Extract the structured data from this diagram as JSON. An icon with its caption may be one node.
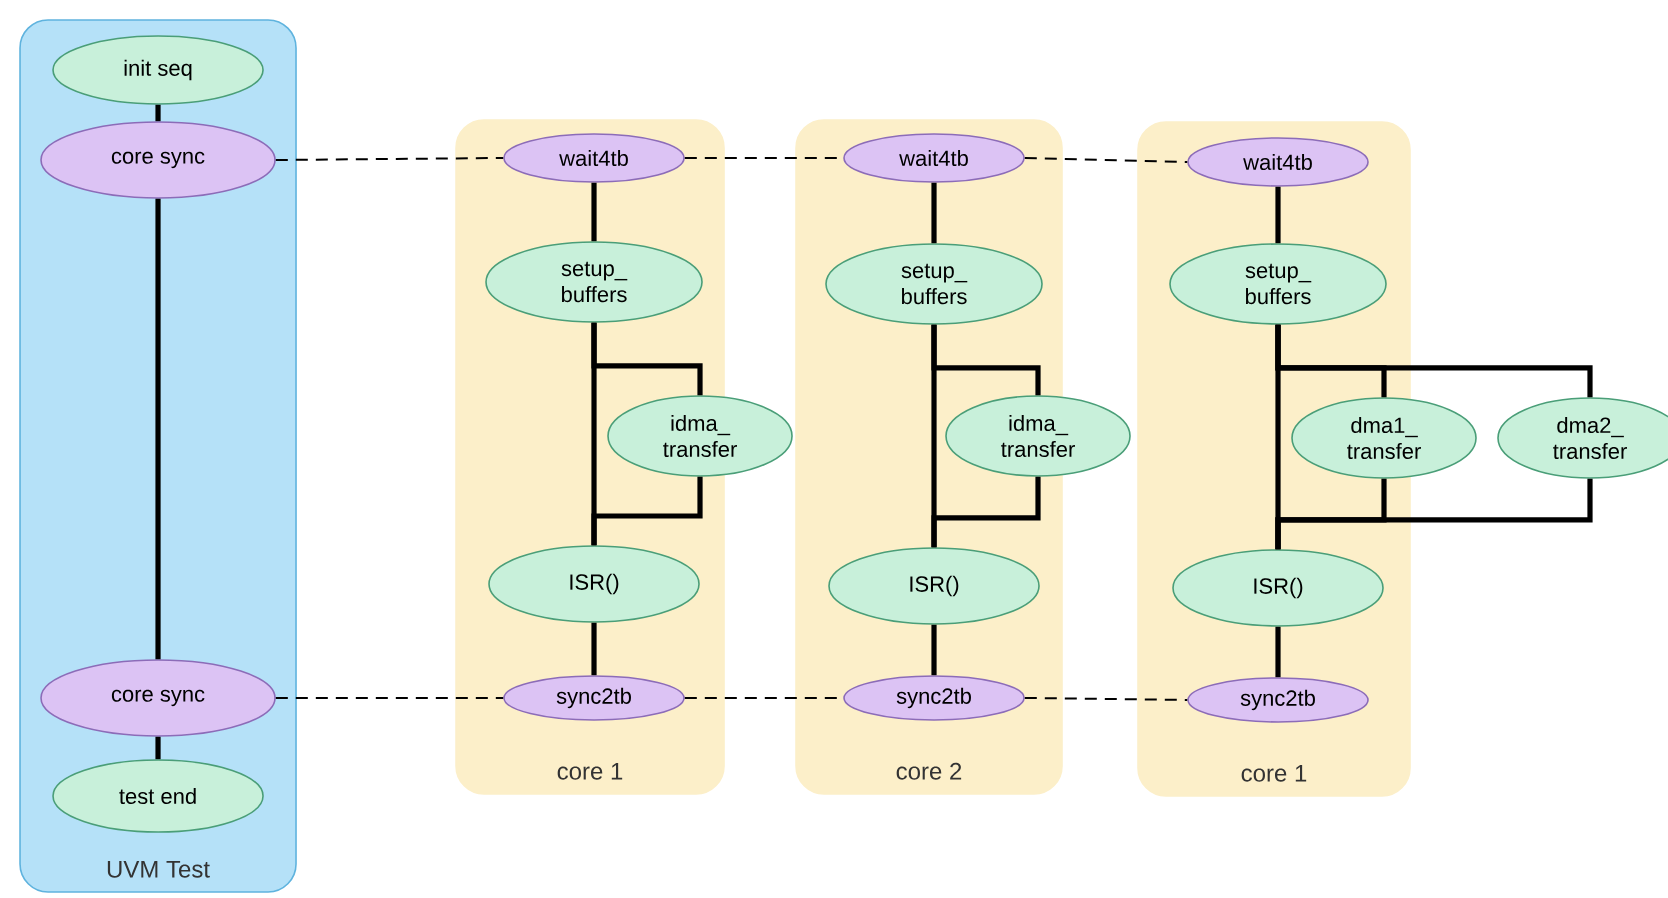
{
  "diagram": {
    "nodes": [
      {
        "text": [
          "UVM Test"
        ]
      },
      {
        "text": [
          "init seq"
        ],
        "in": 0
      },
      {
        "text": [
          "core sync"
        ],
        "in": 0
      },
      {
        "text": [
          "core sync"
        ],
        "in": 0
      },
      {
        "text": [
          "test end"
        ],
        "in": 0
      },
      {
        "text": [
          "core 1"
        ]
      },
      {
        "text": [
          "wait4tb"
        ],
        "in": 5
      },
      {
        "text": [
          "setup_ buffers"
        ],
        "in": 5
      },
      {
        "text": [
          "idma_ transfer"
        ]
      },
      {
        "text": [
          "ISR()"
        ],
        "in": 5
      },
      {
        "text": [
          "sync2tb"
        ],
        "in": 5
      },
      {
        "text": [
          "core 2"
        ]
      },
      {
        "text": [
          "wait4tb"
        ],
        "in": 11
      },
      {
        "text": [
          "setup_ buffers"
        ],
        "in": 11
      },
      {
        "text": [
          "idma_ transfer"
        ]
      },
      {
        "text": [
          "ISR()"
        ],
        "in": 11
      },
      {
        "text": [
          "sync2tb"
        ],
        "in": 11
      },
      {
        "text": [
          "core 1"
        ]
      },
      {
        "text": [
          "wait4tb"
        ],
        "in": 17
      },
      {
        "text": [
          "setup_ buffers"
        ],
        "in": 17
      },
      {
        "text": [
          "dma1_ transfer"
        ]
      },
      {
        "text": [
          "ISR()"
        ],
        "in": 17
      },
      {
        "text": [
          "sync2tb"
        ],
        "in": 17
      },
      {
        "text": [
          "dma2_ transfer"
        ]
      }
    ],
    "edges": [
      {
        "from": 1,
        "to": 2,
        "arrow": "none"
      },
      {
        "from": 2,
        "to": 3,
        "arrow": "none"
      },
      {
        "from": 3,
        "to": 4,
        "arrow": "none"
      },
      {
        "from": 2,
        "to": 6,
        "arrow": "none",
        "style": "dashed"
      },
      {
        "from": 6,
        "to": 12,
        "arrow": "none",
        "style": "dashed"
      },
      {
        "from": 12,
        "to": 18,
        "arrow": "none",
        "style": "dashed"
      },
      {
        "from": 3,
        "to": 10,
        "arrow": "none",
        "style": "dashed"
      },
      {
        "from": 10,
        "to": 16,
        "arrow": "none",
        "style": "dashed"
      },
      {
        "from": 16,
        "to": 22,
        "arrow": "none",
        "style": "dashed"
      },
      {
        "from": 6,
        "to": 7,
        "arrow": "none"
      },
      {
        "from": 7,
        "to": 8,
        "arrow": "none"
      },
      {
        "from": 8,
        "to": 9,
        "arrow": "none"
      },
      {
        "from": 7,
        "to": 9,
        "arrow": "none"
      },
      {
        "from": 9,
        "to": 10,
        "arrow": "none"
      },
      {
        "from": 12,
        "to": 13,
        "arrow": "none"
      },
      {
        "from": 13,
        "to": 14,
        "arrow": "none"
      },
      {
        "from": 14,
        "to": 15,
        "arrow": "none"
      },
      {
        "from": 13,
        "to": 15,
        "arrow": "none"
      },
      {
        "from": 15,
        "to": 16,
        "arrow": "none"
      },
      {
        "from": 18,
        "to": 19,
        "arrow": "none"
      },
      {
        "from": 19,
        "to": 20,
        "arrow": "none"
      },
      {
        "from": 19,
        "to": 23,
        "arrow": "none"
      },
      {
        "from": 20,
        "to": 21,
        "arrow": "none"
      },
      {
        "from": 23,
        "to": 21,
        "arrow": "none"
      },
      {
        "from": 19,
        "to": 21,
        "arrow": "none"
      },
      {
        "from": 21,
        "to": 22,
        "arrow": "none"
      }
    ]
  }
}
